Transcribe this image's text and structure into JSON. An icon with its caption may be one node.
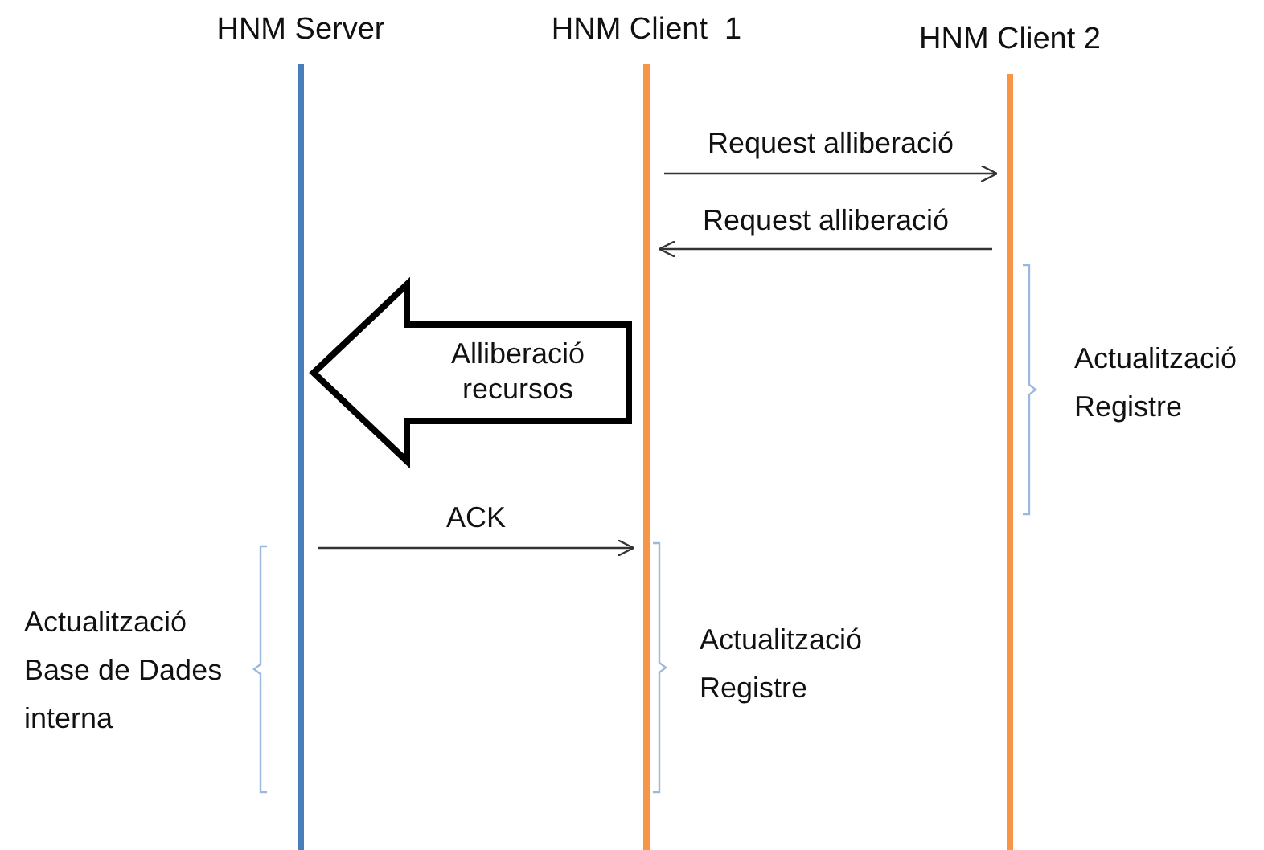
{
  "diagram": {
    "nodes": [
      {
        "text": [
          "HNM Server"
        ]
      },
      {
        "text": [
          "HNM Client  1"
        ]
      },
      {
        "text": [
          "HNM Client 2"
        ]
      }
    ],
    "edges": [
      {
        "from": 1,
        "to": 2,
        "arrow": "to",
        "label": "Request alliberació"
      },
      {
        "from": 2,
        "to": 1,
        "arrow": "to",
        "label": "Request alliberació"
      },
      {
        "from": 1,
        "to": 0,
        "arrow": "to",
        "label": "Alliberació recursos",
        "style": "thick"
      },
      {
        "from": 0,
        "to": 1,
        "arrow": "to",
        "label": "ACK"
      }
    ],
    "labels": [
      "Actualització Registre",
      "Actualització Base de Dades interna",
      "Actualització Registre"
    ]
  }
}
